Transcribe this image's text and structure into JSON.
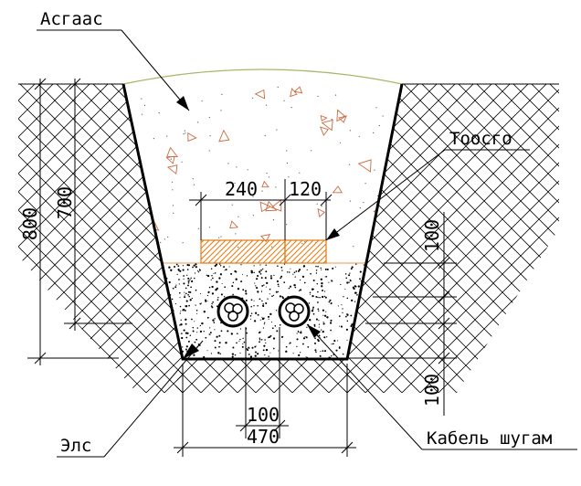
{
  "labels": {
    "asgaas": "Асгаас",
    "toosgo": "Тоосго",
    "els": "Элс",
    "cable": "Кабель шугам"
  },
  "dimensions": {
    "d800": "800",
    "d700": "700",
    "d240": "240",
    "d120": "120",
    "d100_top": "100",
    "d100_bottom": "100",
    "d100_cable": "100",
    "d470": "470"
  },
  "colors": {
    "line": "#000000",
    "brick": "#e07a10",
    "soil_surface": "#a5b86a",
    "soil_particles": "#c96a40"
  },
  "icons": {
    "soil_hatch": "earth-hatch-pattern",
    "sand_fill": "sand-dot-pattern",
    "brick": "brick-hatch-pattern",
    "cable": "cable-cross-section-icon"
  }
}
